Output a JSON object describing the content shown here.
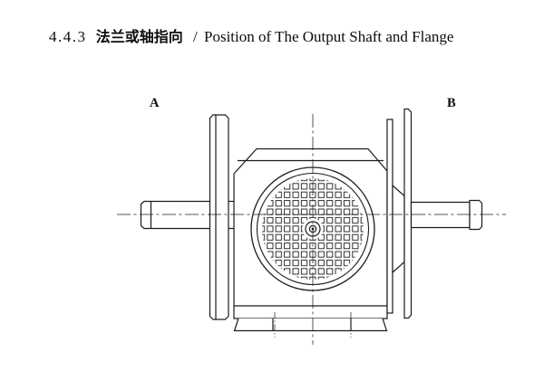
{
  "page": {
    "background": "#ffffff",
    "line_color": "#1c1c1c"
  },
  "title": {
    "number": "4.4.3",
    "chinese": "法兰或轴指向",
    "separator": "/",
    "english": "Position of The Output Shaft and Flange"
  },
  "labels": {
    "a": "A",
    "b": "B"
  }
}
